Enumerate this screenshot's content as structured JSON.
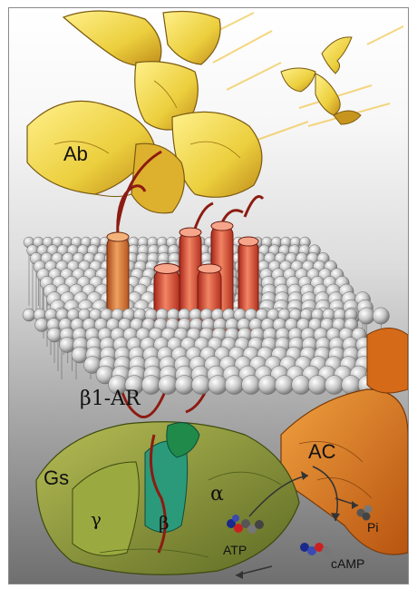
{
  "labels": {
    "antibody": "Ab",
    "receptor": "β1-AR",
    "g_protein": "Gs",
    "g_gamma": "γ",
    "g_beta": "β",
    "g_alpha": "α",
    "adenylyl_cyclase": "AC",
    "atp": "ATP",
    "camp": "cAMP",
    "phosphate": "Pi"
  },
  "colors": {
    "antibody": "#f0d84a",
    "antibody_shade": "#c79a1e",
    "receptor": "#d8462e",
    "receptor_light": "#f07a55",
    "membrane_bead": "#c8c8c8",
    "g_protein": "#8c9a3c",
    "g_beta": "#2a9a7a",
    "adenylyl_cyclase": "#e07820"
  }
}
